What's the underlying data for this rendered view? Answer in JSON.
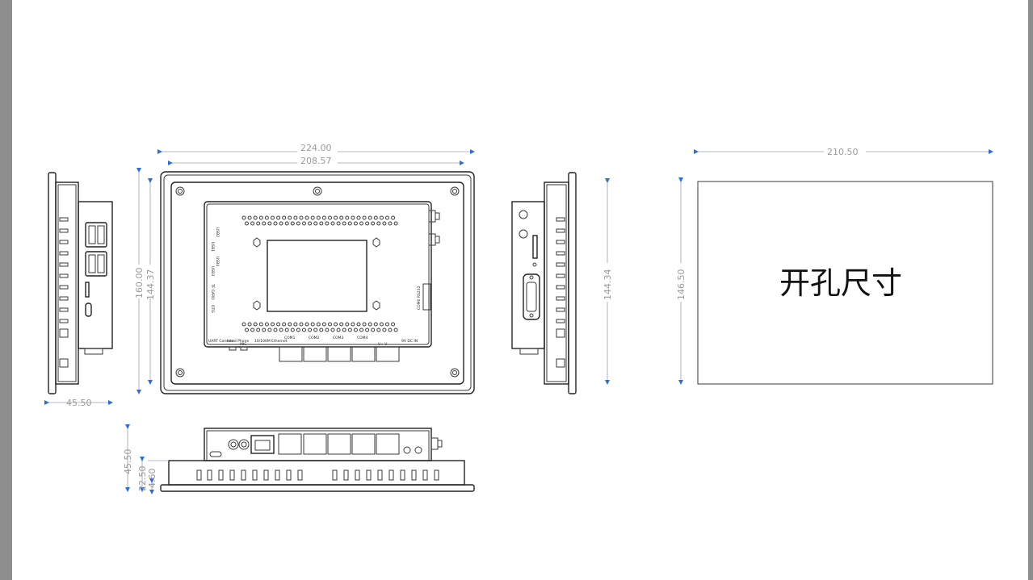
{
  "dimensions": {
    "front_width_outer": "224.00",
    "front_width_inner": "208.57",
    "front_height_outer": "160.00",
    "front_height_inner": "144.37",
    "left_depth": "45.50",
    "right_height": "144.34",
    "bottom_depth": "45.50",
    "bottom_body": "22.50",
    "bottom_bezel": "4.60",
    "cutout_width": "210.50",
    "cutout_height": "146.50"
  },
  "cutout_label": "开孔尺寸",
  "port_labels": {
    "usb1": "USB1",
    "usb2": "USB2",
    "usb3": "USB3",
    "usb4": "USB4",
    "tf_card": "TF CARD",
    "otg": "OTG",
    "uart": "UART Console",
    "head_phone": "Head Phone",
    "mic": "MIC",
    "ethernet": "10/100M Ethernet",
    "com1": "COM1",
    "com2": "COM2",
    "com3": "COM3",
    "com4": "COM4",
    "power": "V+  V-",
    "dc": "9V DC IN",
    "com0": "COM0 RS232"
  }
}
